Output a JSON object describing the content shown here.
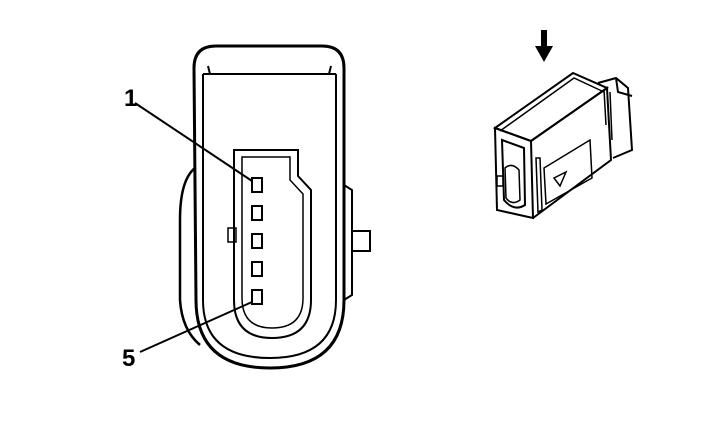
{
  "diagram": {
    "pin_labels": {
      "first": "1",
      "last": "5"
    },
    "pin_count": 5,
    "line_color": "#000000",
    "background": "#ffffff",
    "icons": {
      "direction_arrow": "down-arrow-icon"
    }
  }
}
